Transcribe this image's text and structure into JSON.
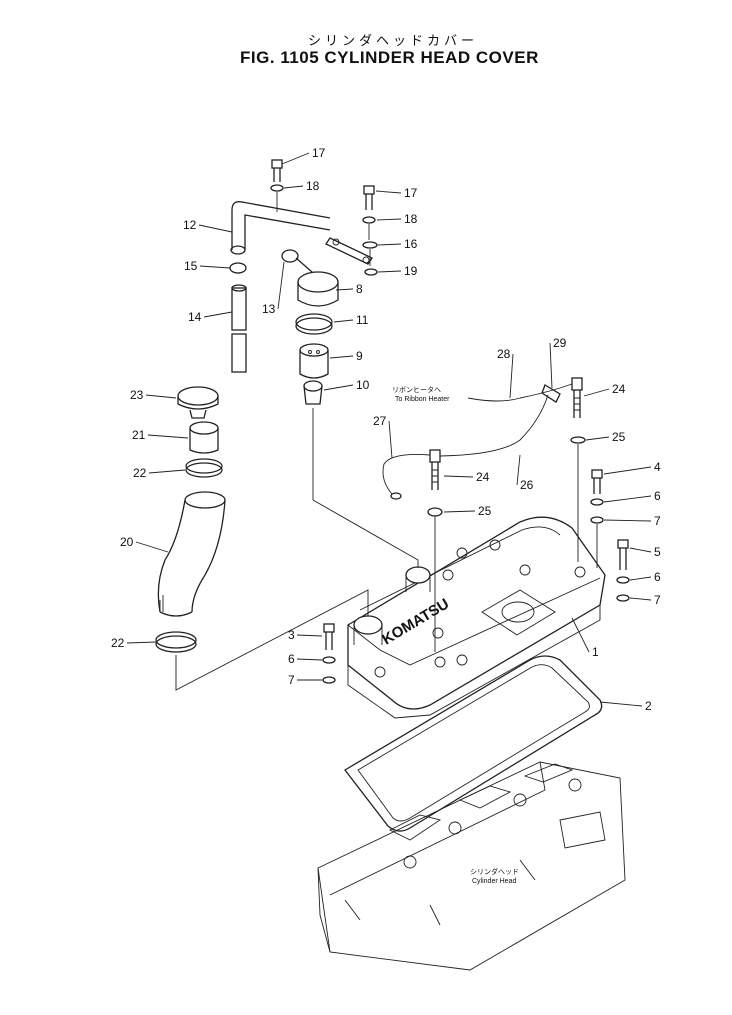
{
  "title": {
    "jp": "シリンダヘッドカバー",
    "en": "FIG. 1105  CYLINDER HEAD COVER"
  },
  "notes": {
    "ribbon_heater_jp": "リボンヒータへ",
    "ribbon_heater_en": "To Ribbon Heater",
    "cylinder_head_jp": "シリンダヘッド",
    "cylinder_head_en": "Cylinder Head",
    "brand": "KOMATSU"
  },
  "callouts": [
    {
      "id": "c-17a",
      "label": "17"
    },
    {
      "id": "c-18a",
      "label": "18"
    },
    {
      "id": "c-17b",
      "label": "17"
    },
    {
      "id": "c-18b",
      "label": "18"
    },
    {
      "id": "c-16",
      "label": "16"
    },
    {
      "id": "c-12",
      "label": "12"
    },
    {
      "id": "c-19",
      "label": "19"
    },
    {
      "id": "c-15",
      "label": "15"
    },
    {
      "id": "c-8",
      "label": "8"
    },
    {
      "id": "c-13",
      "label": "13"
    },
    {
      "id": "c-14",
      "label": "14"
    },
    {
      "id": "c-11",
      "label": "11"
    },
    {
      "id": "c-9",
      "label": "9"
    },
    {
      "id": "c-29",
      "label": "29"
    },
    {
      "id": "c-28",
      "label": "28"
    },
    {
      "id": "c-10",
      "label": "10"
    },
    {
      "id": "c-23",
      "label": "23"
    },
    {
      "id": "c-24a",
      "label": "24"
    },
    {
      "id": "c-27",
      "label": "27"
    },
    {
      "id": "c-25a",
      "label": "25"
    },
    {
      "id": "c-21",
      "label": "21"
    },
    {
      "id": "c-22a",
      "label": "22"
    },
    {
      "id": "c-24b",
      "label": "24"
    },
    {
      "id": "c-4",
      "label": "4"
    },
    {
      "id": "c-26",
      "label": "26"
    },
    {
      "id": "c-6a",
      "label": "6"
    },
    {
      "id": "c-25b",
      "label": "25"
    },
    {
      "id": "c-7a",
      "label": "7"
    },
    {
      "id": "c-20",
      "label": "20"
    },
    {
      "id": "c-5",
      "label": "5"
    },
    {
      "id": "c-6b",
      "label": "6"
    },
    {
      "id": "c-7b",
      "label": "7"
    },
    {
      "id": "c-3",
      "label": "3"
    },
    {
      "id": "c-22b",
      "label": "22"
    },
    {
      "id": "c-6c",
      "label": "6"
    },
    {
      "id": "c-1",
      "label": "1"
    },
    {
      "id": "c-7c",
      "label": "7"
    },
    {
      "id": "c-2",
      "label": "2"
    }
  ]
}
